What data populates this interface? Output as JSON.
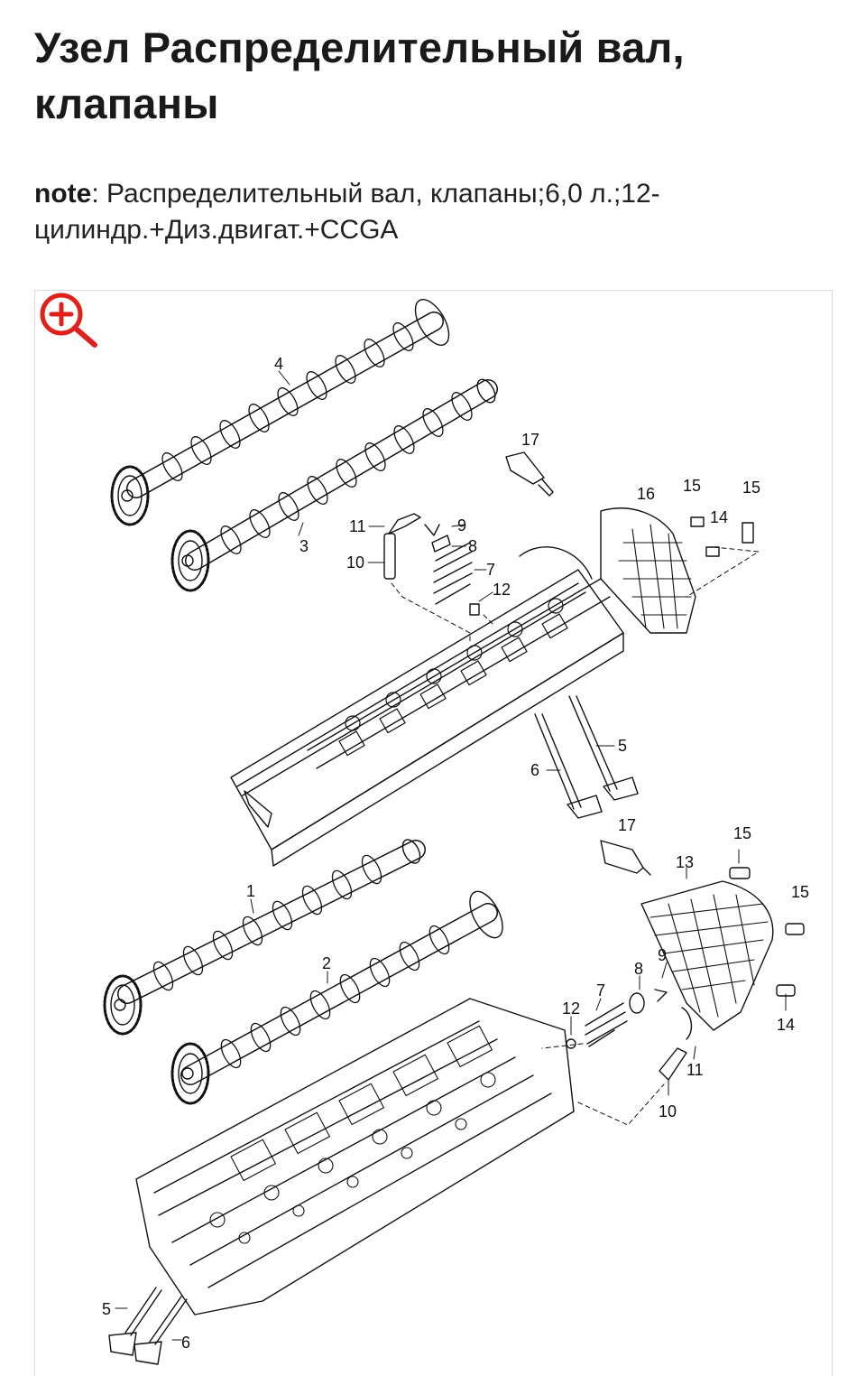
{
  "page": {
    "title": "Узел Распределительный вал, клапаны",
    "note_label": "note",
    "note_separator": ": ",
    "note_text": "Распределительный вал, клапаны;6,0 л.;12-цилиндр.+Диз.двигат.+CCGA"
  },
  "diagram": {
    "zoom_icon": "zoom-in-icon",
    "accent_color": "#e0211b",
    "callouts": {
      "c4": "4",
      "c3": "3",
      "c17a": "17",
      "c16": "16",
      "c15a": "15",
      "c15b": "15",
      "c14a": "14",
      "c11a": "11",
      "c9a": "9",
      "c8a": "8",
      "c10a": "10",
      "c7a": "7",
      "c12a": "12",
      "c5a": "5",
      "c6a": "6",
      "c17b": "17",
      "c15c": "15",
      "c13": "13",
      "c15d": "15",
      "c1": "1",
      "c2": "2",
      "c9b": "9",
      "c8b": "8",
      "c7b": "7",
      "c12b": "12",
      "c14b": "14",
      "c11b": "11",
      "c10b": "10",
      "c5b": "5",
      "c6b": "6"
    }
  }
}
